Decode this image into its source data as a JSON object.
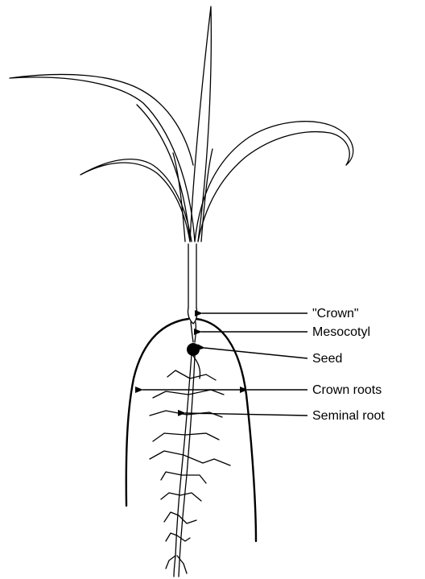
{
  "labels": {
    "crown": "\"Crown\"",
    "mesocotyl": "Mesocotyl",
    "seed": "Seed",
    "crown_roots": "Crown roots",
    "seminal_root": "Seminal root"
  }
}
